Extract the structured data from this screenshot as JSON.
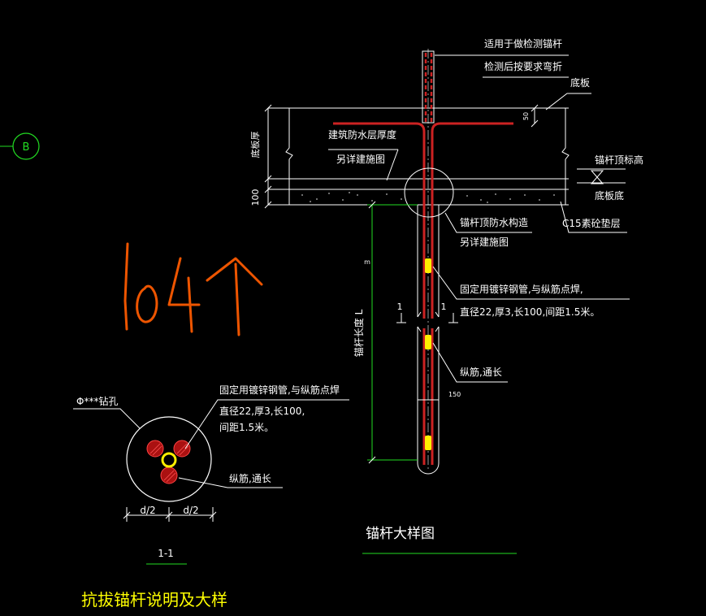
{
  "grid": {
    "axis_label": "B"
  },
  "annotation": {
    "handwritten": "104个"
  },
  "elevation": {
    "note_top_1": "适用于做检测锚杆",
    "note_top_2": "检测后按要求弯折",
    "floor_slab": "底板",
    "slab_thickness": "底板厚",
    "waterproof_1": "建筑防水层厚度",
    "waterproof_2": "另详建施图",
    "dim_50": "50",
    "dim_100": "100",
    "anchor_top_elev": "锚杆顶标高",
    "slab_bottom": "底板底",
    "anchor_waterproof_1": "锚杆顶防水构造",
    "anchor_waterproof_2": "另详建施图",
    "cushion": "C15素砼垫层",
    "pipe_note_1": "固定用镀锌钢管,与纵筋点焊,",
    "pipe_note_2": "直径22,厚3,长100,间距1.5米。",
    "section_mark": "1",
    "anchor_length": "锚杆长度 L",
    "length_unit": "m",
    "longitudinal": "纵筋,通长",
    "dim_150": "150",
    "title": "锚杆大样图"
  },
  "section": {
    "hole_label": "Φ***钻孔",
    "pipe_note_1": "固定用镀锌钢管,与纵筋点焊",
    "pipe_note_2": "直径22,厚3,长100,",
    "pipe_note_3": "间距1.5米。",
    "longitudinal": "纵筋,通长",
    "dim_left": "d/2",
    "dim_right": "d/2",
    "title": "1-1"
  },
  "sheet_title": "抗拔锚杆说明及大样",
  "colors": {
    "background": "#000000",
    "rebar": "#cc2222",
    "grid_green": "#22dd22",
    "pipe_yellow": "#ffee00",
    "handwriting": "#ee5500"
  }
}
